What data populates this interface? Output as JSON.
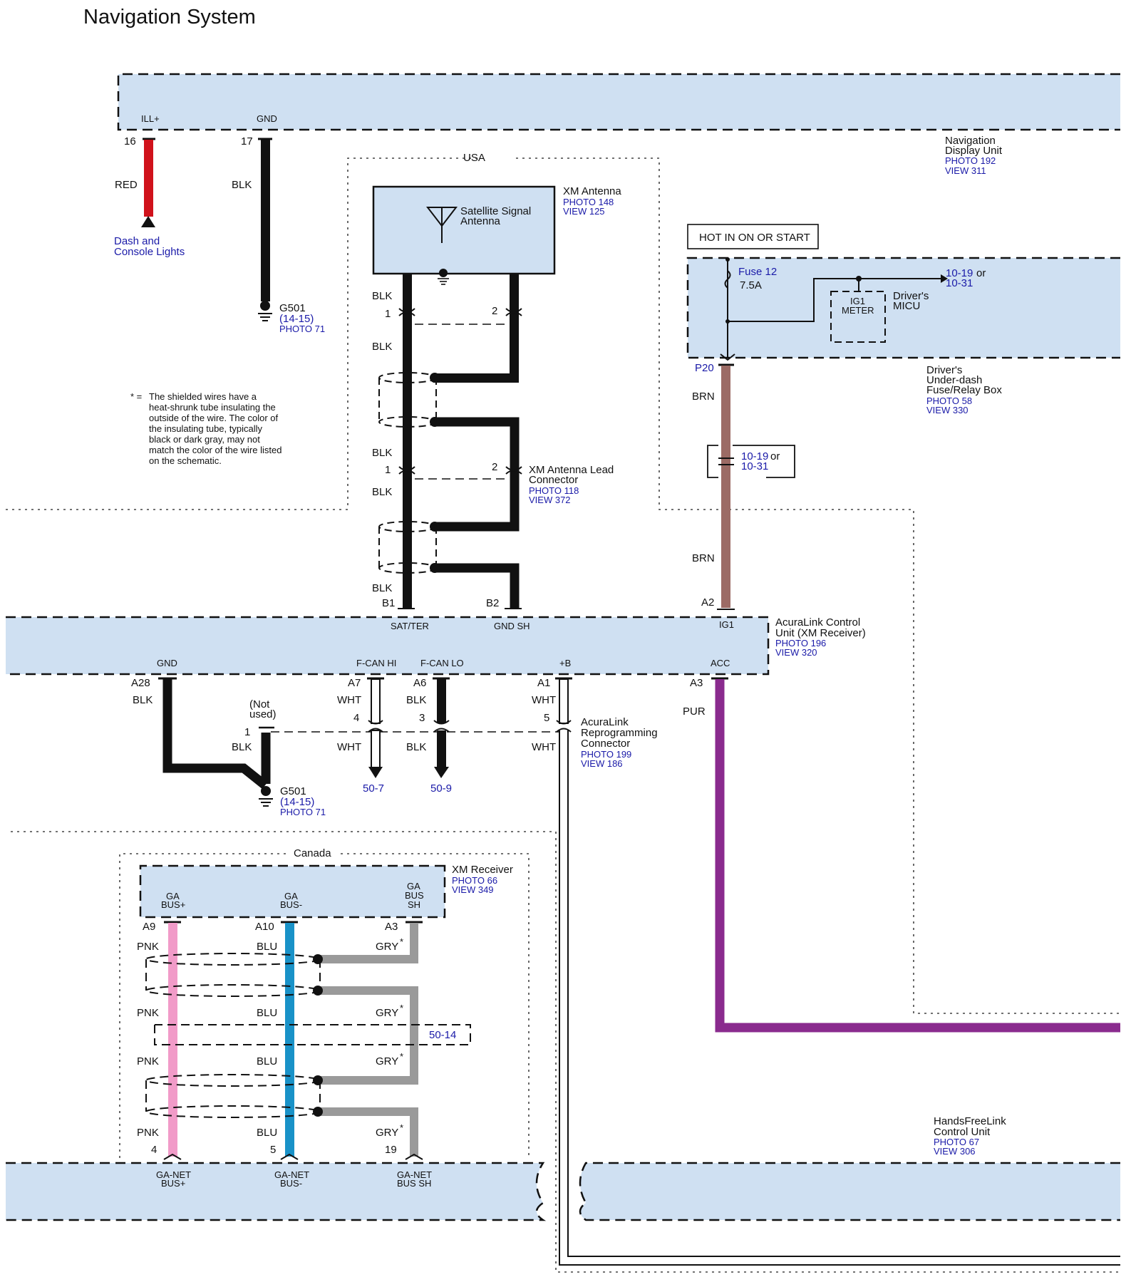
{
  "title": "Navigation System",
  "nav_unit": {
    "name_lines": [
      "Navigation",
      "Display Unit"
    ],
    "photo": "PHOTO 192",
    "view": "VIEW 311",
    "terminals": [
      "ILL+",
      "GND"
    ],
    "pins": [
      "16",
      "17"
    ]
  },
  "wires": {
    "red": "RED",
    "blk": "BLK",
    "brn": "BRN",
    "pur": "PUR",
    "wht": "WHT",
    "pnk": "PNK",
    "blu": "BLU",
    "gry": "GRY"
  },
  "dash_lights": [
    "Dash and",
    "Console Lights"
  ],
  "ground1": {
    "name": "G501",
    "ref": "(14-15)",
    "photo": "PHOTO 71"
  },
  "ground2": {
    "name": "G501",
    "ref": "(14-15)",
    "photo": "PHOTO 71"
  },
  "region_usa": "USA",
  "region_canada": "Canada",
  "xm_antenna": {
    "name": "XM Antenna",
    "photo": "PHOTO 148",
    "view": "VIEW 125",
    "inner_lines": [
      "Satellite Signal",
      "Antenna"
    ]
  },
  "xm_lead": {
    "name_lines": [
      "XM Antenna Lead",
      "Connector"
    ],
    "photo": "PHOTO 118",
    "view": "VIEW 372",
    "pin1": "1",
    "pin2": "2"
  },
  "footnote": {
    "marker": "* =",
    "lines": [
      "The shielded wires have a",
      "heat-shrunk tube insulating the",
      "outside of the wire. The color of",
      "the insulating tube, typically",
      "black or dark gray, may not",
      "match the color of the wire listed",
      "on the schematic."
    ]
  },
  "hot_label": "HOT IN ON OR START",
  "fuse": {
    "name": "Fuse 12",
    "rating": "7.5A"
  },
  "ref_1019": {
    "a": "10-19",
    "or": "or",
    "b": "10-31"
  },
  "micu": {
    "box_lines": [
      "IG1",
      "METER"
    ],
    "name_lines": [
      "Driver's",
      "MICU"
    ]
  },
  "fuse_box": {
    "name_lines": [
      "Driver's",
      "Under-dash",
      "Fuse/Relay Box"
    ],
    "photo": "PHOTO 58",
    "view": "VIEW 330",
    "pin": "P20"
  },
  "acuralink": {
    "name_lines": [
      "AcuraLink Control",
      "Unit (XM Receiver)"
    ],
    "photo": "PHOTO 196",
    "view": "VIEW 320",
    "top_pins": [
      "B1",
      "B2",
      "A2"
    ],
    "top_terminals": [
      "SAT/TER",
      "GND SH",
      "IG1"
    ],
    "bottom_terminals": [
      "GND",
      "F-CAN HI",
      "F-CAN LO",
      "+B",
      "ACC"
    ],
    "bottom_pins": [
      "A28",
      "A7",
      "A6",
      "A1",
      "A3"
    ]
  },
  "reprog": {
    "name_lines": [
      "AcuraLink",
      "Reprogramming",
      "Connector"
    ],
    "photo": "PHOTO 199",
    "view": "VIEW 186",
    "pins": [
      "1",
      "4",
      "3",
      "5"
    ],
    "not_used": [
      "(Not",
      "used)"
    ]
  },
  "refs": {
    "fcan_hi": "50-7",
    "fcan_lo": "50-9",
    "ga_net": "50-14"
  },
  "xm_receiver": {
    "name": "XM Receiver",
    "photo": "PHOTO 66",
    "view": "VIEW 349",
    "terminals": [
      [
        "GA",
        "BUS+"
      ],
      [
        "GA",
        "BUS-"
      ],
      [
        "GA",
        "BUS",
        "SH"
      ]
    ],
    "pins": [
      "A9",
      "A10",
      "A3"
    ]
  },
  "hfl": {
    "name_lines": [
      "HandsFreeLink",
      "Control Unit"
    ],
    "photo": "PHOTO 67",
    "view": "VIEW 306",
    "pins": [
      "4",
      "5",
      "19"
    ],
    "terminals": [
      [
        "GA-NET",
        "BUS+"
      ],
      [
        "GA-NET",
        "BUS-"
      ],
      [
        "GA-NET",
        "BUS SH"
      ]
    ]
  },
  "colors": {
    "box_fill": "#cfe0f2",
    "red_wire": "#d0121b",
    "brn_wire": "#9c6b65",
    "pur_wire": "#8a2b8e",
    "pnk_wire": "#f19bc8",
    "blu_wire": "#1992c8",
    "gry_wire": "#9a9a9a",
    "ref_blue": "#1a1aa8"
  }
}
